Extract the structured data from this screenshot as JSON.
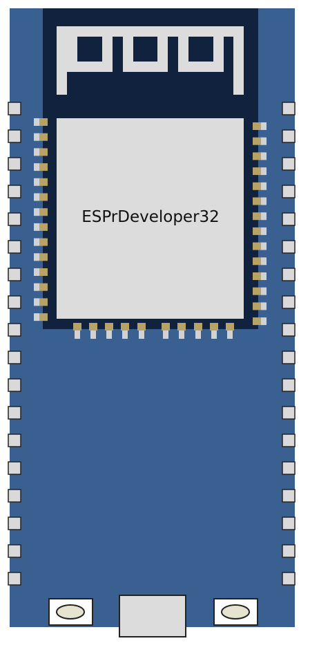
{
  "board": {
    "module_label": "ESPrDeveloper32",
    "colors": {
      "pcb": "#3a5f91",
      "module_shield": "#11223f",
      "antenna": "#dcdcdc",
      "chip_can": "#dcdcdc",
      "header_pin": "#d9d9d9",
      "pad_gold": "#b8a266",
      "pad_silver": "#d2d2d2",
      "button_cap": "#e6e3cf"
    },
    "header_pins_per_side": 18,
    "module_side_pads_per_side": 14,
    "module_bottom_pads": 10,
    "icons": [
      "pcb-antenna-icon",
      "usb-connector-icon",
      "push-button-icon"
    ]
  }
}
